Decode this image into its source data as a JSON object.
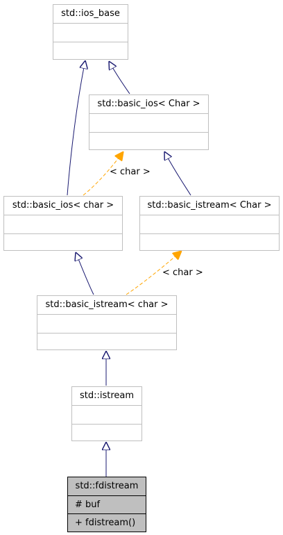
{
  "diagram": {
    "classes": {
      "ios_base": {
        "name": "std::ios_base"
      },
      "basic_ios_Char": {
        "name": "std::basic_ios< Char >"
      },
      "basic_ios_char": {
        "name": "std::basic_ios< char >"
      },
      "basic_istream_Char": {
        "name": "std::basic_istream< Char >"
      },
      "basic_istream_char": {
        "name": "std::basic_istream< char >"
      },
      "istream": {
        "name": "std::istream"
      },
      "fdistream": {
        "name": "std::fdistream",
        "attributes": [
          "# buf"
        ],
        "methods": [
          "+ fdistream()"
        ]
      }
    },
    "edge_labels": {
      "basic_ios_template_arg": "< char >",
      "basic_istream_template_arg": "< char >"
    },
    "colors": {
      "inheritance": "#191970",
      "template_instance": "#FFA500",
      "box_border": "#BFBFBF",
      "focus_fill": "#BFBFBF"
    }
  }
}
